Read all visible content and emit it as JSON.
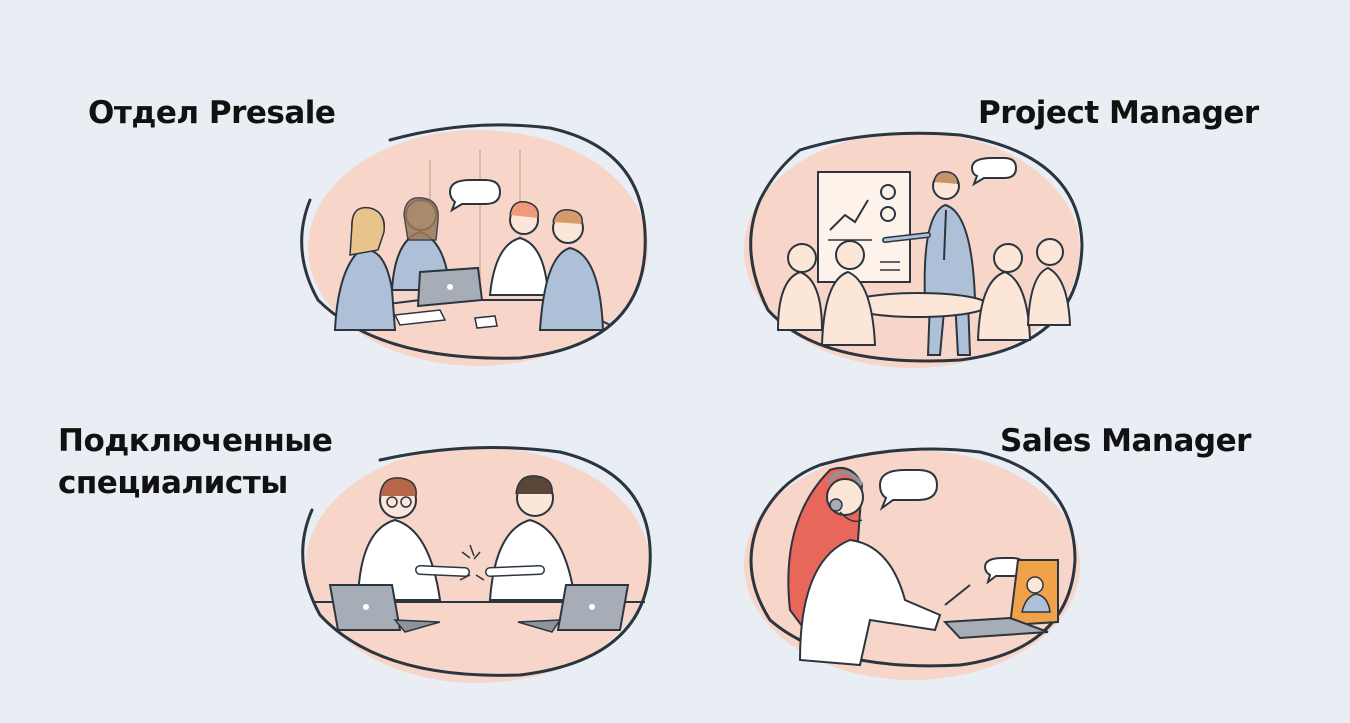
{
  "labels": {
    "presale": "Отдел Presale",
    "project_manager": "Project Manager",
    "connected_line1": "Подключенные",
    "connected_line2": "специалисты",
    "sales_manager": "Sales Manager"
  },
  "colors": {
    "background": "#e8eef3",
    "blob": "#f7d5c8",
    "outline": "#2b3540",
    "suit_blue": "#aebfd8",
    "hair_red": "#e8665a",
    "screen_orange": "#f0a24a"
  }
}
